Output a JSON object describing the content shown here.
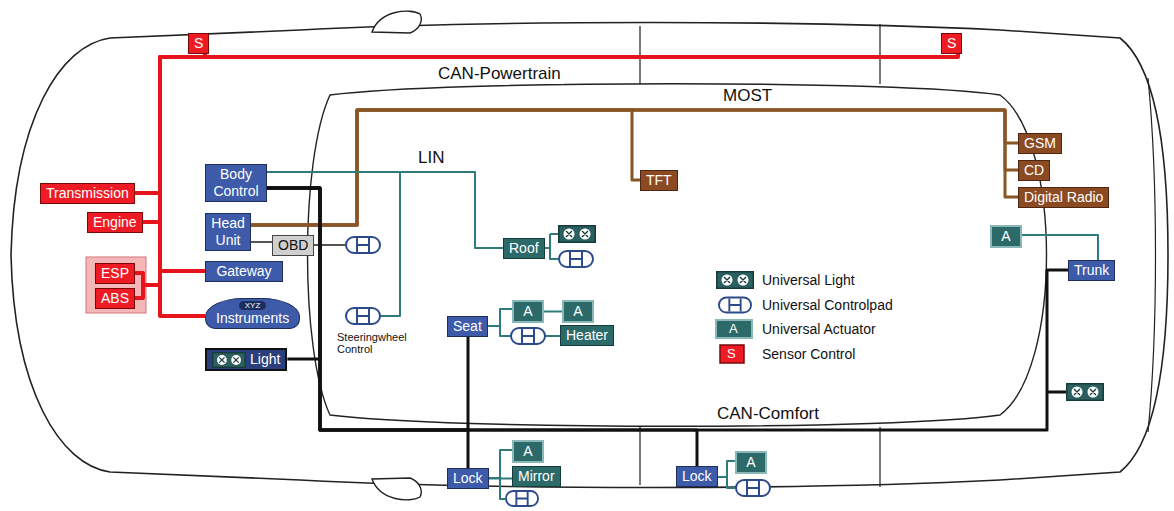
{
  "diagram": {
    "nodes": [
      {
        "text": [
          "S"
        ]
      },
      {
        "text": [
          "S"
        ]
      },
      {
        "text": [
          "Transmission"
        ]
      },
      {
        "text": [
          "Engine"
        ]
      },
      {
        "text": [
          "ESP"
        ]
      },
      {
        "text": [
          "ABS"
        ]
      },
      {
        "text": [
          "Body Control"
        ]
      },
      {
        "text": [
          "Head Unit"
        ]
      },
      {
        "text": [
          "OBD"
        ]
      },
      {
        "text": [
          "Gateway"
        ]
      },
      {
        "text": [
          "XYZ",
          "Instruments"
        ]
      },
      {
        "text": [
          "Light"
        ]
      },
      {
        "text": [
          "TFT"
        ]
      },
      {
        "text": [
          "GSM"
        ]
      },
      {
        "text": [
          "CD"
        ]
      },
      {
        "text": [
          "Digital Radio"
        ]
      },
      {
        "text": [
          "Roof"
        ]
      },
      {
        "text": [
          "Seat"
        ]
      },
      {
        "text": [
          "A"
        ]
      },
      {
        "text": [
          "A"
        ]
      },
      {
        "text": [
          "Heater"
        ]
      },
      {
        "text": [
          "A"
        ]
      },
      {
        "text": [
          "Trunk"
        ]
      },
      {
        "text": [
          "Lock"
        ]
      },
      {
        "text": [
          "A"
        ]
      },
      {
        "text": [
          "Mirror"
        ]
      },
      {
        "text": [
          "Lock"
        ]
      },
      {
        "text": [
          "A"
        ]
      }
    ],
    "edges": [
      {
        "from": 9,
        "to": 0,
        "arrow": "none"
      },
      {
        "from": 9,
        "to": 1,
        "arrow": "none"
      },
      {
        "from": 9,
        "to": 2,
        "arrow": "none"
      },
      {
        "from": 9,
        "to": 3,
        "arrow": "none"
      },
      {
        "from": 9,
        "to": 4,
        "arrow": "none"
      },
      {
        "from": 9,
        "to": 5,
        "arrow": "none"
      },
      {
        "from": 9,
        "to": 10,
        "arrow": "none"
      },
      {
        "from": 7,
        "to": 8,
        "arrow": "none"
      },
      {
        "from": 7,
        "to": 12,
        "arrow": "none"
      },
      {
        "from": 7,
        "to": 13,
        "arrow": "none"
      },
      {
        "from": 7,
        "to": 14,
        "arrow": "none"
      },
      {
        "from": 7,
        "to": 15,
        "arrow": "none"
      },
      {
        "from": 6,
        "to": 16,
        "arrow": "none"
      },
      {
        "from": 6,
        "to": 11,
        "arrow": "none"
      },
      {
        "from": 6,
        "to": 17,
        "arrow": "none"
      },
      {
        "from": 6,
        "to": 23,
        "arrow": "none"
      },
      {
        "from": 6,
        "to": 26,
        "arrow": "none"
      },
      {
        "from": 6,
        "to": 22,
        "arrow": "none"
      },
      {
        "from": 22,
        "to": 21,
        "arrow": "none"
      },
      {
        "from": 17,
        "to": 18,
        "arrow": "none"
      },
      {
        "from": 18,
        "to": 19,
        "arrow": "none"
      },
      {
        "from": 17,
        "to": 20,
        "arrow": "none"
      },
      {
        "from": 23,
        "to": 24,
        "arrow": "none"
      },
      {
        "from": 23,
        "to": 25,
        "arrow": "none"
      },
      {
        "from": 26,
        "to": 27,
        "arrow": "none"
      }
    ],
    "labels": [
      "CAN-Powertrain",
      "MOST",
      "LIN",
      "CAN-Comfort",
      "Steeringwheel Control",
      "A",
      "S"
    ],
    "legend": [
      {
        "text": "Universal Light"
      },
      {
        "text": "Universal Controlpad"
      },
      {
        "text": "Universal Actuator"
      },
      {
        "text": "Sensor Control"
      }
    ]
  }
}
